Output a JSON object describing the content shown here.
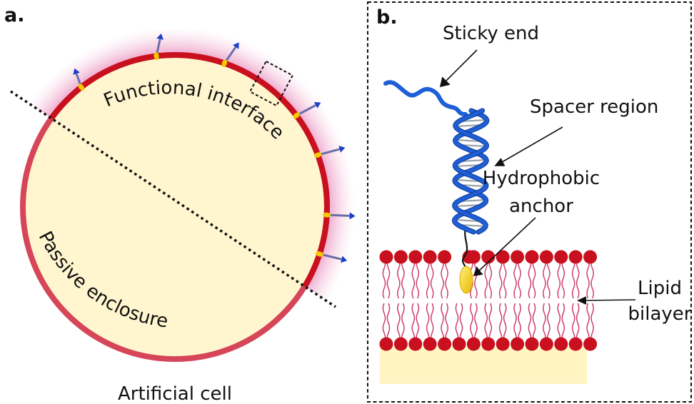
{
  "panel_a": {
    "label": "a.",
    "caption": "Artificial cell",
    "region_upper": "Functional interface",
    "region_lower": "Passive enclosure"
  },
  "panel_b": {
    "label": "b.",
    "callouts": {
      "sticky_end": "Sticky end",
      "spacer_region": "Spacer region",
      "hydrophobic_anchor_line1": "Hydrophobic",
      "hydrophobic_anchor_line2": "anchor",
      "lipid_bilayer_line1": "Lipid",
      "lipid_bilayer_line2": "bilayer"
    }
  },
  "colors": {
    "membrane_functional": "#c8101e",
    "membrane_passive": "#d64558",
    "cell_interior": "#fff6cf",
    "halo": "#e26aa6",
    "anchor": "#f5c800",
    "dna_strand": "#1f5fd6",
    "dna_rung": "#9aa4ad",
    "lipid_head": "#c8101e",
    "lipid_tail": "#cf3d6e",
    "substrate": "#fff4c2",
    "arrow_shaft": "#6a6fa8",
    "arrow_head": "#1f3fc8"
  },
  "icons": {
    "probe": "dna-probe-arrow-icon",
    "lipid": "lipid-molecule-icon"
  }
}
